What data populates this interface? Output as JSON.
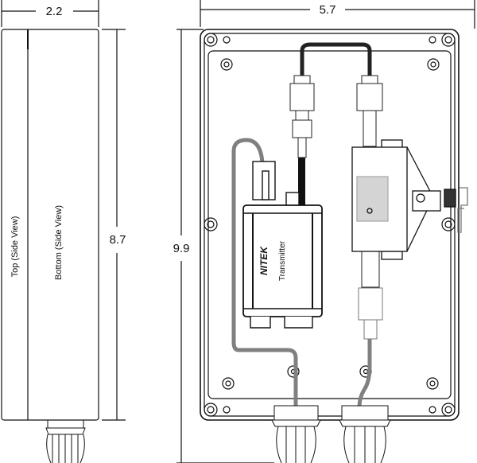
{
  "dimensions": {
    "side_width": "2.2",
    "side_height": "8.7",
    "front_width": "5.7",
    "front_height": "9.9"
  },
  "side_view": {
    "top_label": "Top (Side View)",
    "bottom_label": "Bottom (Side View)"
  },
  "transmitter": {
    "brand": "NITEK",
    "label": "Transmitter"
  },
  "colors": {
    "line": "#111111",
    "cable_grey": "#808080",
    "receiver_panel": "#d4d4d4"
  }
}
